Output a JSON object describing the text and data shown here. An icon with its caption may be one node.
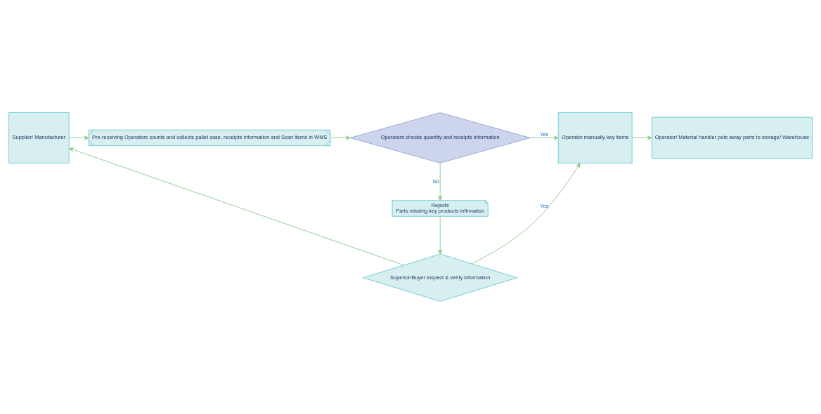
{
  "diagram": {
    "nodes": [
      {
        "text": [
          "Supplier/ Manufacturer"
        ]
      },
      {
        "text": [
          "Pre-receiving Operators counts and collects pallet case, receipts information and Scan items in WMS"
        ]
      },
      {
        "text": [
          "Operators checks quantity and receipts information"
        ]
      },
      {
        "text": [
          "Operator manually key items"
        ]
      },
      {
        "text": [
          "Operator/ Material handler puts away parts to storage/ Warehouse"
        ]
      },
      {
        "text": [
          "Rejects",
          "Parts missing key products infirmation"
        ]
      },
      {
        "text": [
          "Superior/Buyer Inspect & verify information"
        ]
      }
    ],
    "edges": [
      {
        "from": 0,
        "to": 1,
        "arrow": "to"
      },
      {
        "from": 1,
        "to": 2,
        "arrow": "to"
      },
      {
        "from": 2,
        "to": 3,
        "arrow": "to",
        "label": "Yes"
      },
      {
        "from": 3,
        "to": 4,
        "arrow": "to"
      },
      {
        "from": 2,
        "to": 5,
        "arrow": "to",
        "label": "No"
      },
      {
        "from": 5,
        "to": 6,
        "arrow": "to"
      },
      {
        "from": 6,
        "to": 0,
        "arrow": "to"
      },
      {
        "from": 6,
        "to": 3,
        "arrow": "to",
        "label": "Yes"
      }
    ]
  }
}
